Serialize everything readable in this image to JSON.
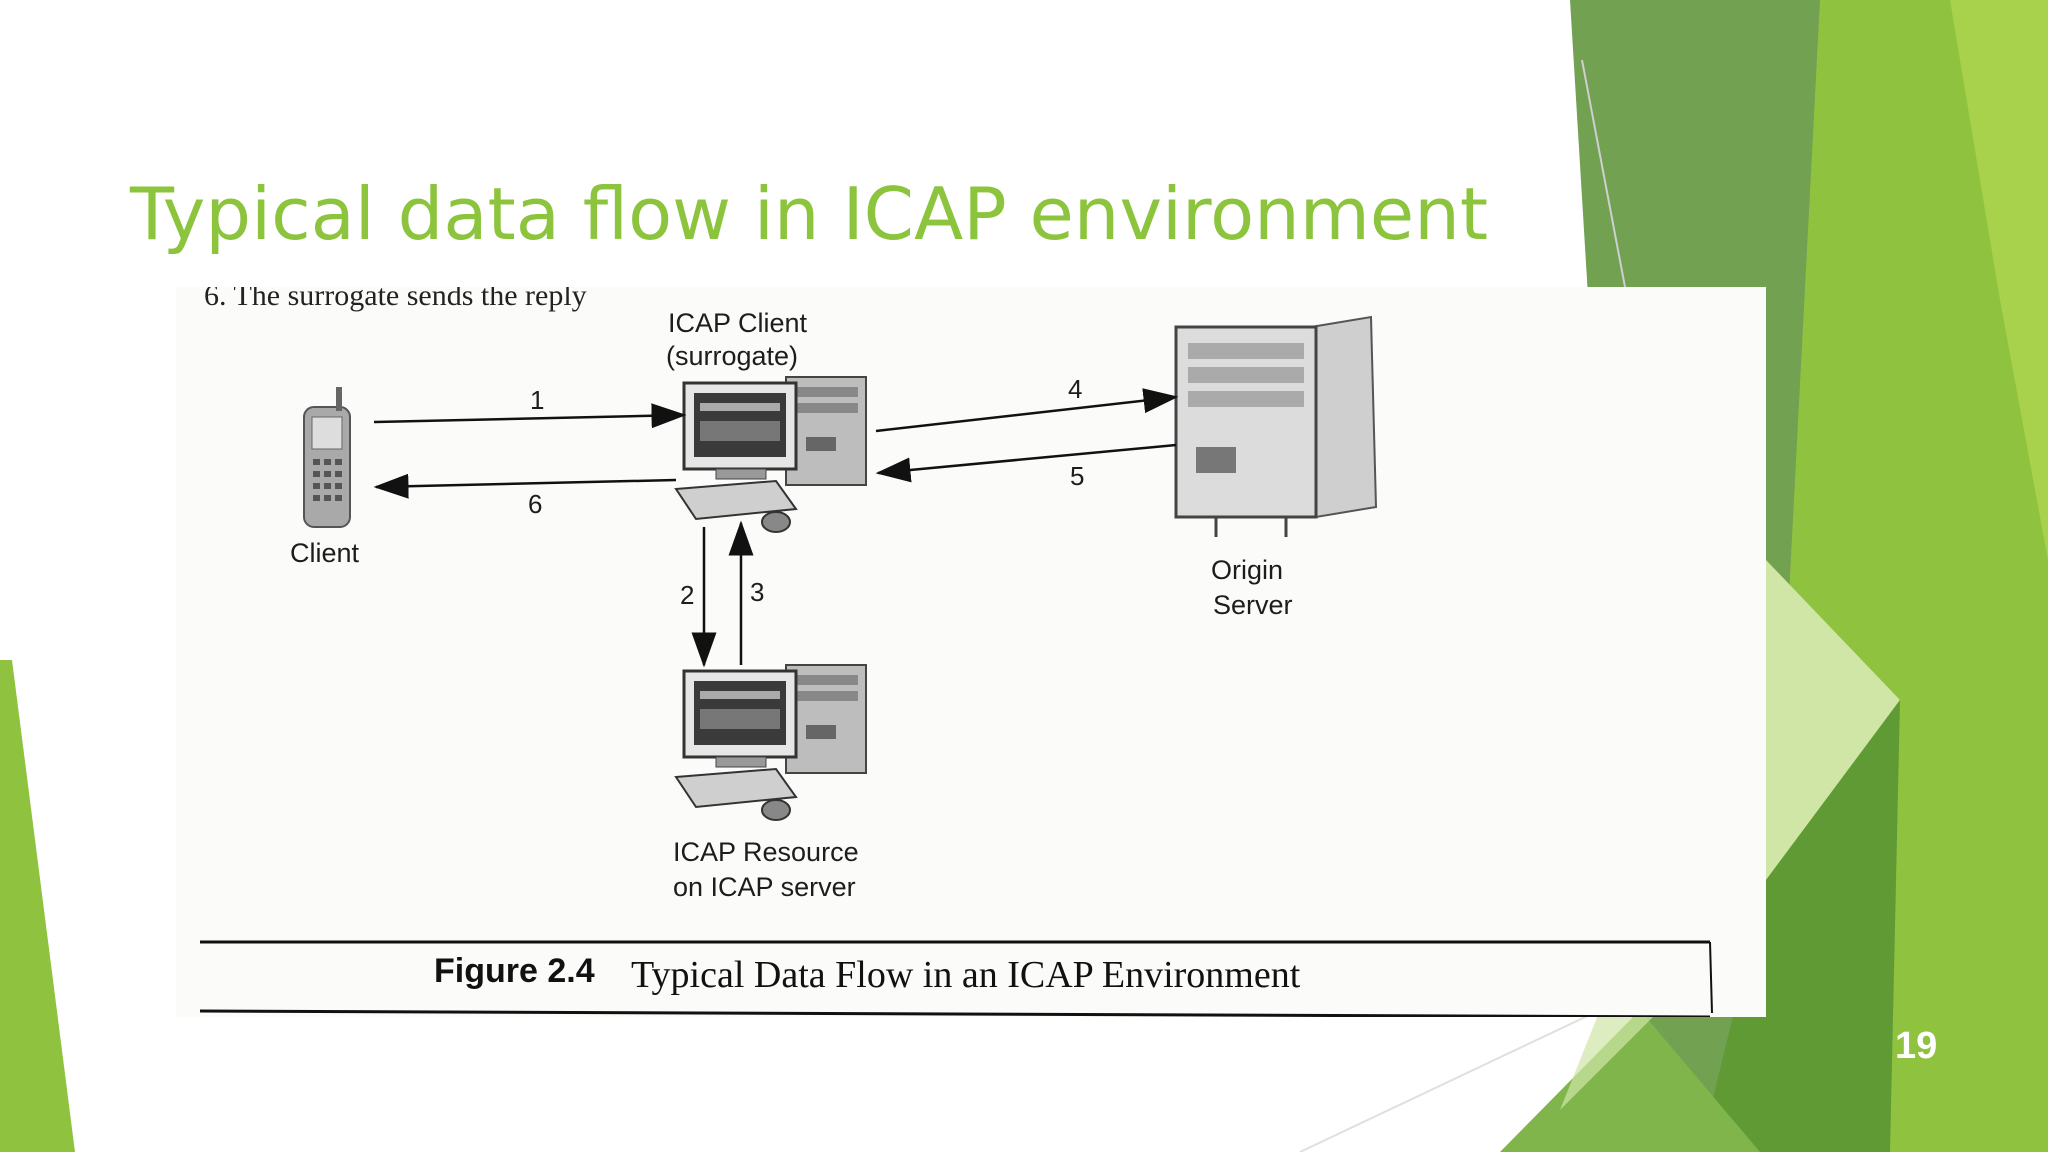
{
  "slide": {
    "title": "Typical data flow in ICAP environment",
    "page_number": "19"
  },
  "figure": {
    "partial_text_top": "6.  The surrogate sends the reply",
    "nodes": {
      "client": "Client",
      "icap_client_line1": "ICAP Client",
      "icap_client_line2": "(surrogate)",
      "origin_line1": "Origin",
      "origin_line2": "Server",
      "icap_resource_line1": "ICAP Resource",
      "icap_resource_line2": "on ICAP server"
    },
    "arrows": [
      "1",
      "2",
      "3",
      "4",
      "5",
      "6"
    ],
    "caption_label": "Figure 2.4",
    "caption_text": "Typical Data Flow in an ICAP Environment"
  },
  "colors": {
    "title_green": "#8cc43e",
    "dark_green": "#4f8a2a",
    "mid_green": "#72a651",
    "light_green": "#a5d24f",
    "pale_green": "#cde6a6"
  }
}
